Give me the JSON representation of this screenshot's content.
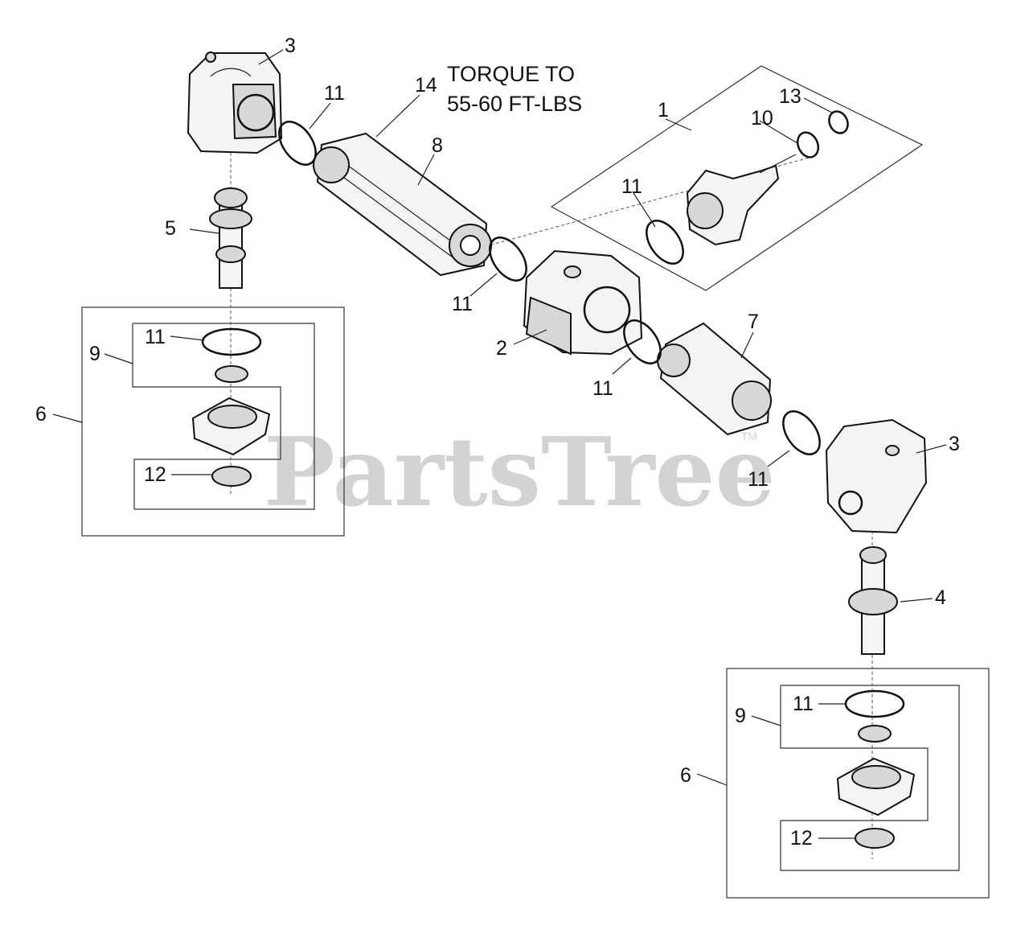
{
  "watermark": {
    "brand": "PartsTree",
    "tm": "TM"
  },
  "note": {
    "line1": "TORQUE TO",
    "line2": "55-60 FT-LBS"
  },
  "callouts": {
    "c1": "1",
    "c2": "2",
    "c3a": "3",
    "c3b": "3",
    "c4": "4",
    "c5": "5",
    "c6a": "6",
    "c6b": "6",
    "c7": "7",
    "c8": "8",
    "c9a": "9",
    "c9b": "9",
    "c10": "10",
    "c11a": "11",
    "c11b": "11",
    "c11c": "11",
    "c11d": "11",
    "c11e": "11",
    "c11f": "11",
    "c11g": "11",
    "c12a": "12",
    "c12b": "12",
    "c13": "13",
    "c14": "14"
  }
}
